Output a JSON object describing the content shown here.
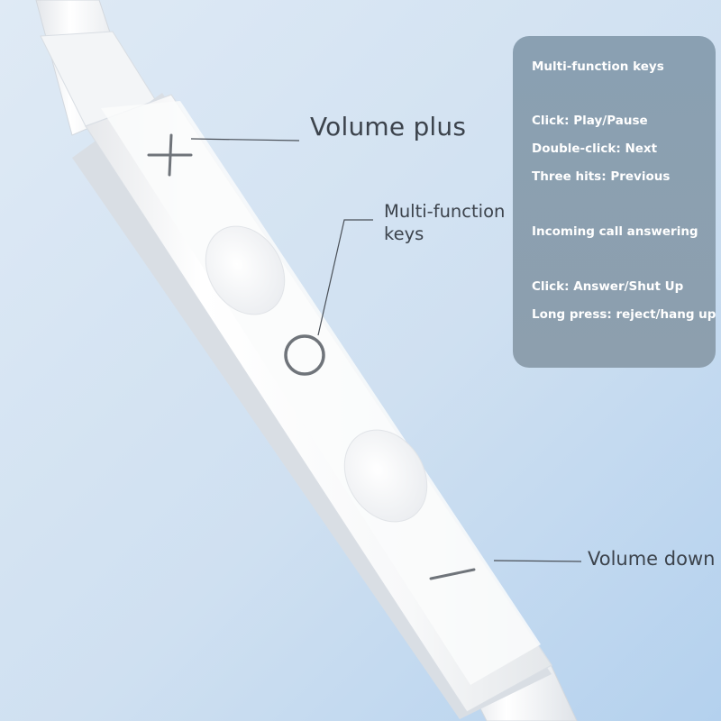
{
  "callouts": {
    "volume_plus": "Volume plus",
    "multi_function_line1": "Multi-function",
    "multi_function_line2": "keys",
    "volume_down": "Volume down"
  },
  "info_panel": {
    "title": "Multi-function keys",
    "lines": [
      "Click: Play/Pause",
      "Double-click: Next",
      "Three hits: Previous",
      "Incoming call answering",
      "Click: Answer/Shut Up",
      "Long press: reject/hang up"
    ]
  },
  "colors": {
    "background_top": "#d7e6f4",
    "background_bottom": "#b8d4ef",
    "remote_body": "#f4f5f7",
    "panel": "#8c9fb0",
    "label_text": "#3c434c",
    "symbol": "#6f747a"
  },
  "icons": [
    "plus-icon",
    "circle-icon",
    "minus-icon"
  ]
}
